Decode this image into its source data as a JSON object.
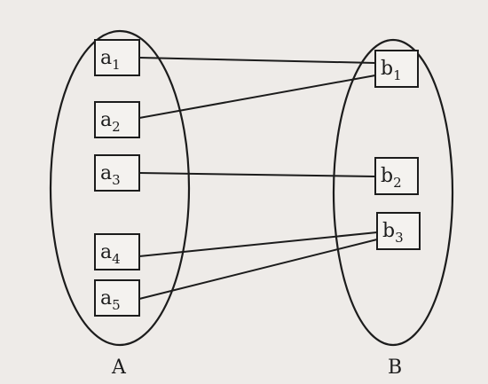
{
  "set_a": {
    "label": "A",
    "elements": [
      {
        "id": "a1",
        "base": "a",
        "sub": "1"
      },
      {
        "id": "a2",
        "base": "a",
        "sub": "2"
      },
      {
        "id": "a3",
        "base": "a",
        "sub": "3"
      },
      {
        "id": "a4",
        "base": "a",
        "sub": "4"
      },
      {
        "id": "a5",
        "base": "a",
        "sub": "5"
      }
    ]
  },
  "set_b": {
    "label": "B",
    "elements": [
      {
        "id": "b1",
        "base": "b",
        "sub": "1"
      },
      {
        "id": "b2",
        "base": "b",
        "sub": "2"
      },
      {
        "id": "b3",
        "base": "b",
        "sub": "3"
      }
    ]
  },
  "mapping": [
    {
      "from": "a1",
      "to": "b1"
    },
    {
      "from": "a2",
      "to": "b1"
    },
    {
      "from": "a3",
      "to": "b2"
    },
    {
      "from": "a4",
      "to": "b3"
    },
    {
      "from": "a5",
      "to": "b3"
    }
  ]
}
